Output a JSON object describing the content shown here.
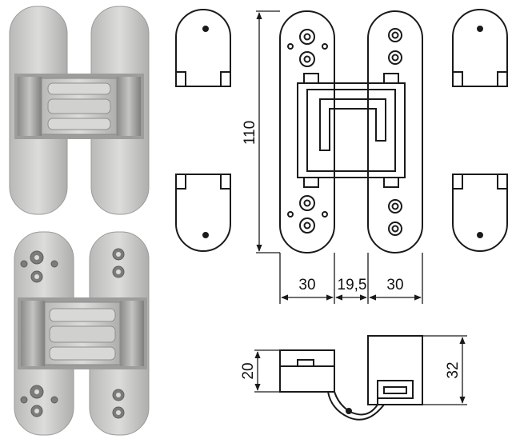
{
  "drawing": {
    "dimensions": {
      "height": "110",
      "width_left": "30",
      "gap": "19,5",
      "width_right": "30",
      "body_depth": "20",
      "total_depth": "32"
    },
    "colors": {
      "line": "#1a1a1a",
      "hinge_fill": "#c9c9c7",
      "hinge_shadow": "#8f8f8d",
      "paper": "#ffffff"
    }
  }
}
